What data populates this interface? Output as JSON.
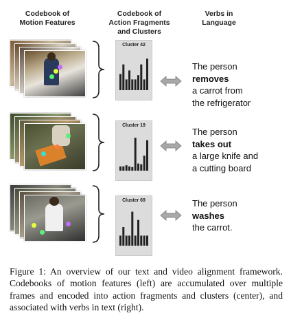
{
  "headers": {
    "col1": "Codebook of\nMotion Features",
    "col2": "Codebook of\nAction Fragments\nand Clusters",
    "col3": "Verbs in\nLanguage"
  },
  "rows": [
    {
      "cluster_label": "Cluster 42",
      "histogram": [
        0.45,
        0.72,
        0.3,
        0.55,
        0.3,
        0.3,
        0.42,
        0.72,
        0.3,
        0.88
      ],
      "verb_line1": "The person",
      "verb_bold": "removes",
      "verb_line3": "a carrot from",
      "verb_line4": "the refrigerator"
    },
    {
      "cluster_label": "Cluster 19",
      "histogram": [
        0.12,
        0.12,
        0.15,
        0.12,
        0.1,
        0.92,
        0.2,
        0.18,
        0.42,
        0.85
      ],
      "verb_line1": "The person",
      "verb_bold": "takes out",
      "verb_line3": "a large knife and",
      "verb_line4": "a cutting board"
    },
    {
      "cluster_label": "Cluster 69",
      "histogram": [
        0.28,
        0.52,
        0.28,
        0.28,
        0.95,
        0.28,
        0.72,
        0.28,
        0.28,
        0.28
      ],
      "verb_line1": "The person",
      "verb_bold": "washes",
      "verb_line3": "the carrot.",
      "verb_line4": ""
    }
  ],
  "caption": "Figure 1: An overview of our text and video alignment framework. Codebooks of motion features (left) are accumulated over multiple frames and encoded into action fragments and clusters (center), and associated with verbs in text (right).",
  "colors": {
    "bar": "#222222",
    "card": "#dcdcdc",
    "arrow": "#9a9a9a",
    "dot_colors": [
      "#e6ff3a",
      "#5cf07a",
      "#c46cff",
      "#ff7a3a",
      "#38e0d0"
    ]
  }
}
